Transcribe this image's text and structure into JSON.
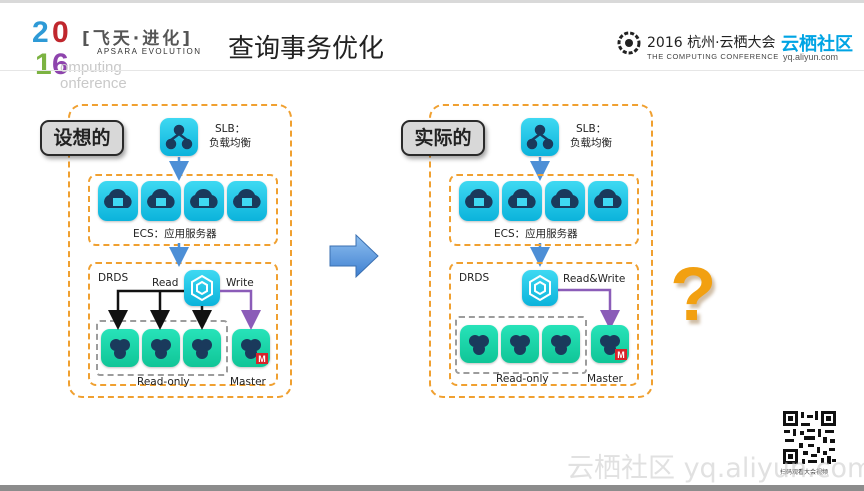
{
  "header": {
    "year_top": "20",
    "year_bottom": "16",
    "year_chars": [
      "2",
      "0",
      "1",
      "6"
    ],
    "ghost_text_line1": "omputing",
    "ghost_text_line2": "onference",
    "brand_cn": "[飞天·进化]",
    "brand_en": "APSARA EVOLUTION",
    "page_title": "查询事务优化",
    "conf_year_city": "2016 杭州·云栖大会",
    "conf_en": "THE COMPUTING CONFERENCE",
    "yq_logo": "云栖社区",
    "yq_url": "yq.aliyun.com",
    "colors": {
      "year_2": "#2e9ad6",
      "year_0": "#c0272d",
      "year_1": "#7cb342",
      "year_6": "#8e44ad",
      "yq": "#00a4e4"
    }
  },
  "left_panel": {
    "tag": "设想的",
    "slb_label_line1": "SLB：",
    "slb_label_line2": "负载均衡",
    "ecs_label": "ECS：应用服务器",
    "drds_label": "DRDS",
    "read_label": "Read",
    "write_label": "Write",
    "readonly_label": "Read-only",
    "master_label": "Master"
  },
  "right_panel": {
    "tag": "实际的",
    "slb_label_line1": "SLB：",
    "slb_label_line2": "负载均衡",
    "ecs_label": "ECS：应用服务器",
    "drds_label": "DRDS",
    "readwrite_label": "Read&Write",
    "readonly_label": "Read-only",
    "master_label": "Master"
  },
  "decor": {
    "question_mark": "?",
    "qr_caption": "扫码观看大会视频",
    "watermark": "云栖社区 yq.aliyun.com",
    "icons": [
      "slb-icon",
      "ecs-icon",
      "drds-icon",
      "rds-icon",
      "mysql-master-icon",
      "right-arrow-icon",
      "qr-code-icon",
      "conference-logo-icon"
    ],
    "accent_orange": "#f0a030",
    "tile_blue": "#0bb3db",
    "tile_green": "#10c597",
    "arrow_blue": "#4d8fd6",
    "arrow_purple": "#8b5cb8"
  }
}
